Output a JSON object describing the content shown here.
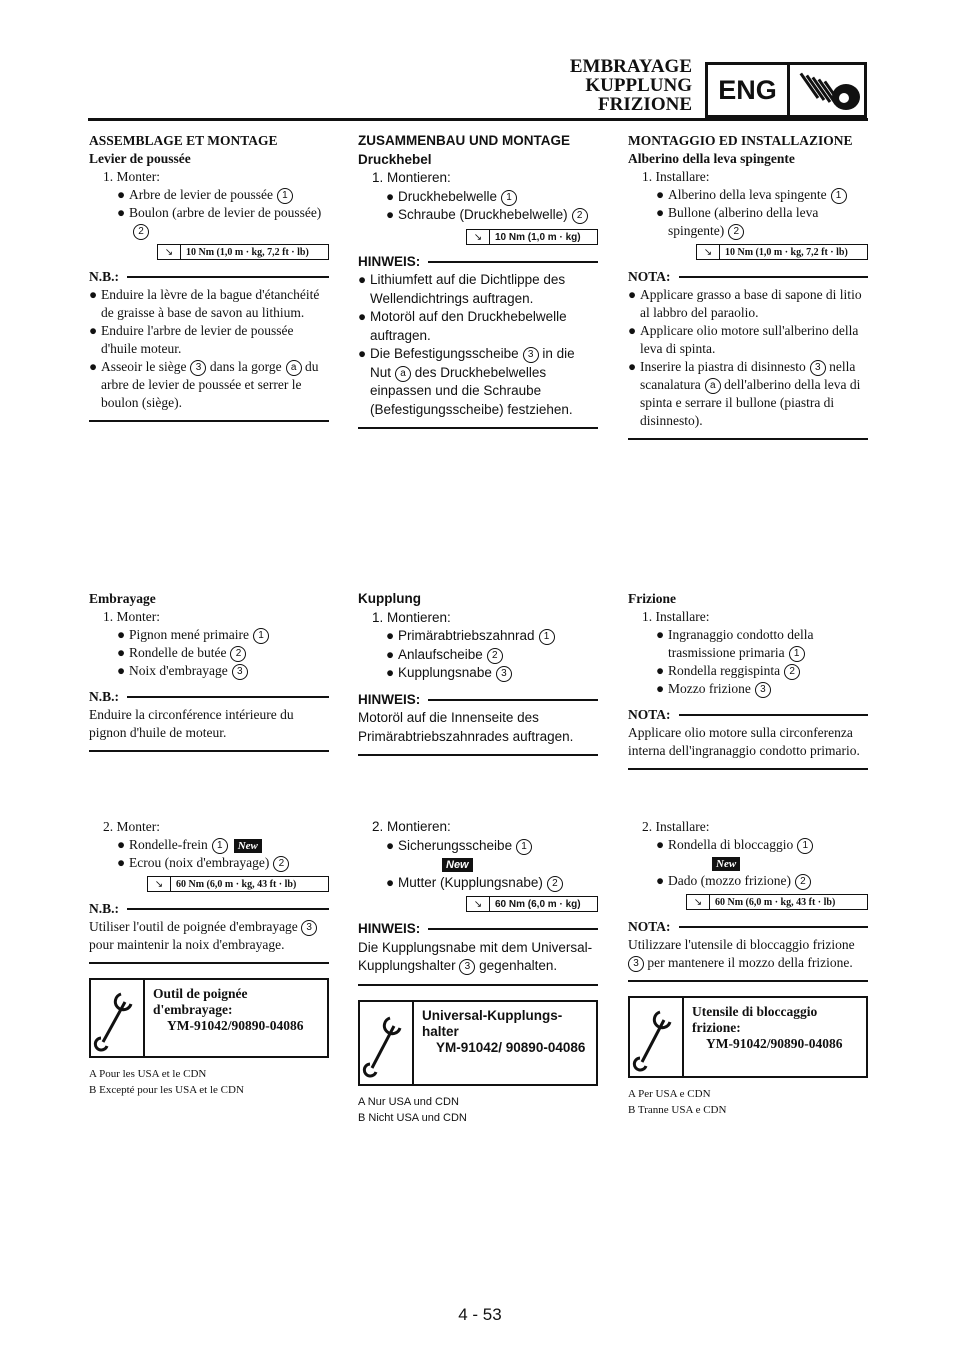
{
  "header": {
    "title_fr": "EMBRAYAGE",
    "title_de": "KUPPLUNG",
    "title_it": "FRIZIONE",
    "eng_label": "ENG"
  },
  "fr": {
    "s1_title": "ASSEMBLAGE ET MONTAGE",
    "s1_sub": "Levier de poussée",
    "s1_step": "1. Monter:",
    "s1_item1": "Arbre de levier de poussée",
    "s1_item2": "Boulon (arbre de levier de poussée)",
    "s1_torque": "10 Nm (1,0 m · kg, 7,2 ft · lb)",
    "note": "N.B.:",
    "s1_n1": "Enduire la lèvre de la bague d'étanchéité de graisse à base de savon au lithium.",
    "s1_n2": "Enduire l'arbre de levier de poussée d'huile moteur.",
    "s1_n3a": "Asseoir le siège",
    "s1_n3b": "dans la gorge",
    "s1_n3c": "du arbre de levier de poussée et serrer le boulon (siège).",
    "s2_title": "Embrayage",
    "s2_step": "1. Monter:",
    "s2_item1": "Pignon mené primaire",
    "s2_item2": "Rondelle de butée",
    "s2_item3": "Noix d'embrayage",
    "s2_note": "Enduire la circonférence intérieure du pignon d'huile de moteur.",
    "s3_step": "2. Monter:",
    "s3_item1": "Rondelle-frein",
    "s3_item2": "Ecrou (noix d'embrayage)",
    "s3_torque": "60 Nm (6,0 m · kg, 43 ft · lb)",
    "s3_note_a": "Utiliser l'outil de poignée d'embrayage",
    "s3_note_b": "pour maintenir la noix d'embrayage.",
    "tool_name": "Outil de poignée d'embrayage:",
    "tool_code": "YM-91042/90890-04086",
    "foot_a": "Pour les USA et le CDN",
    "foot_b": "Excepté pour les USA et le CDN"
  },
  "de": {
    "s1_title": "ZUSAMMENBAU UND MONTAGE",
    "s1_sub": "Druckhebel",
    "s1_step": "1. Montieren:",
    "s1_item1": "Druckhebelwelle",
    "s1_item2": "Schraube (Druckhebelwelle)",
    "s1_torque": "10 Nm (1,0 m · kg)",
    "note": "HINWEIS:",
    "s1_n1": "Lithiumfett auf die Dichtlippe des Wellendichtrings auftragen.",
    "s1_n2": "Motoröl auf den Druckhebelwelle auftragen.",
    "s1_n3a": "Die Befestigungsscheibe",
    "s1_n3b": "in die Nut",
    "s1_n3c": "des Druckhebelwelles einpassen und die Schraube (Befestigungsscheibe) festziehen.",
    "s2_title": "Kupplung",
    "s2_step": "1. Montieren:",
    "s2_item1": "Primärabtriebszahnrad",
    "s2_item2": "Anlaufscheibe",
    "s2_item3": "Kupplungsnabe",
    "s2_note": "Motoröl auf die Innenseite des Primärabtriebszahnrades auftragen.",
    "s3_step": "2. Montieren:",
    "s3_item1": "Sicherungsscheibe",
    "s3_item2": "Mutter (Kupplungsnabe)",
    "s3_torque": "60 Nm (6,0 m · kg)",
    "s3_note_a": "Die Kupplungsnabe mit dem Universal-Kupplungshalter",
    "s3_note_b": "gegenhalten.",
    "tool_name": "Universal-Kupplungs-halter",
    "tool_code": "YM-91042/ 90890-04086",
    "foot_a": "Nur USA und CDN",
    "foot_b": "Nicht USA und CDN"
  },
  "it": {
    "s1_title": "MONTAGGIO ED INSTALLAZIONE",
    "s1_sub": "Alberino della leva spingente",
    "s1_step": "1. Installare:",
    "s1_item1": "Alberino della leva spingente",
    "s1_item2": "Bullone (alberino della leva spingente)",
    "s1_torque": "10 Nm (1,0 m · kg, 7,2 ft · lb)",
    "note": "NOTA:",
    "s1_n1": "Applicare grasso a base di sapone di litio al labbro del paraolio.",
    "s1_n2": "Applicare olio motore sull'alberino della leva di spinta.",
    "s1_n3a": "Inserire la piastra di disinnesto",
    "s1_n3b": "nella scanalatura",
    "s1_n3c": "dell'alberino della leva di spinta e serrare il bullone (piastra di disinnesto).",
    "s2_title": "Frizione",
    "s2_step": "1. Installare:",
    "s2_item1": "Ingranaggio condotto della trasmissione primaria",
    "s2_item2": "Rondella reggispinta",
    "s2_item3": "Mozzo frizione",
    "s2_note": "Applicare olio motore sulla circonferenza interna dell'ingranaggio condotto primario.",
    "s3_step": "2. Installare:",
    "s3_item1": "Rondella di bloccaggio",
    "s3_item2": "Dado (mozzo frizione)",
    "s3_torque": "60 Nm (6,0 m · kg, 43 ft · lb)",
    "s3_note_a": "Utilizzare l'utensile di bloccaggio frizione",
    "s3_note_b": "per mantenere il mozzo della frizione.",
    "tool_name": "Utensile di bloccaggio frizione:",
    "tool_code": "YM-91042/90890-04086",
    "foot_a": "Per USA e CDN",
    "foot_b": "Tranne USA e CDN"
  },
  "markers": {
    "n1": "1",
    "n2": "2",
    "n3": "3",
    "a": "a",
    "A": "A",
    "B": "B",
    "new": "New",
    "bullet": "●"
  },
  "page_number": "4 - 53"
}
